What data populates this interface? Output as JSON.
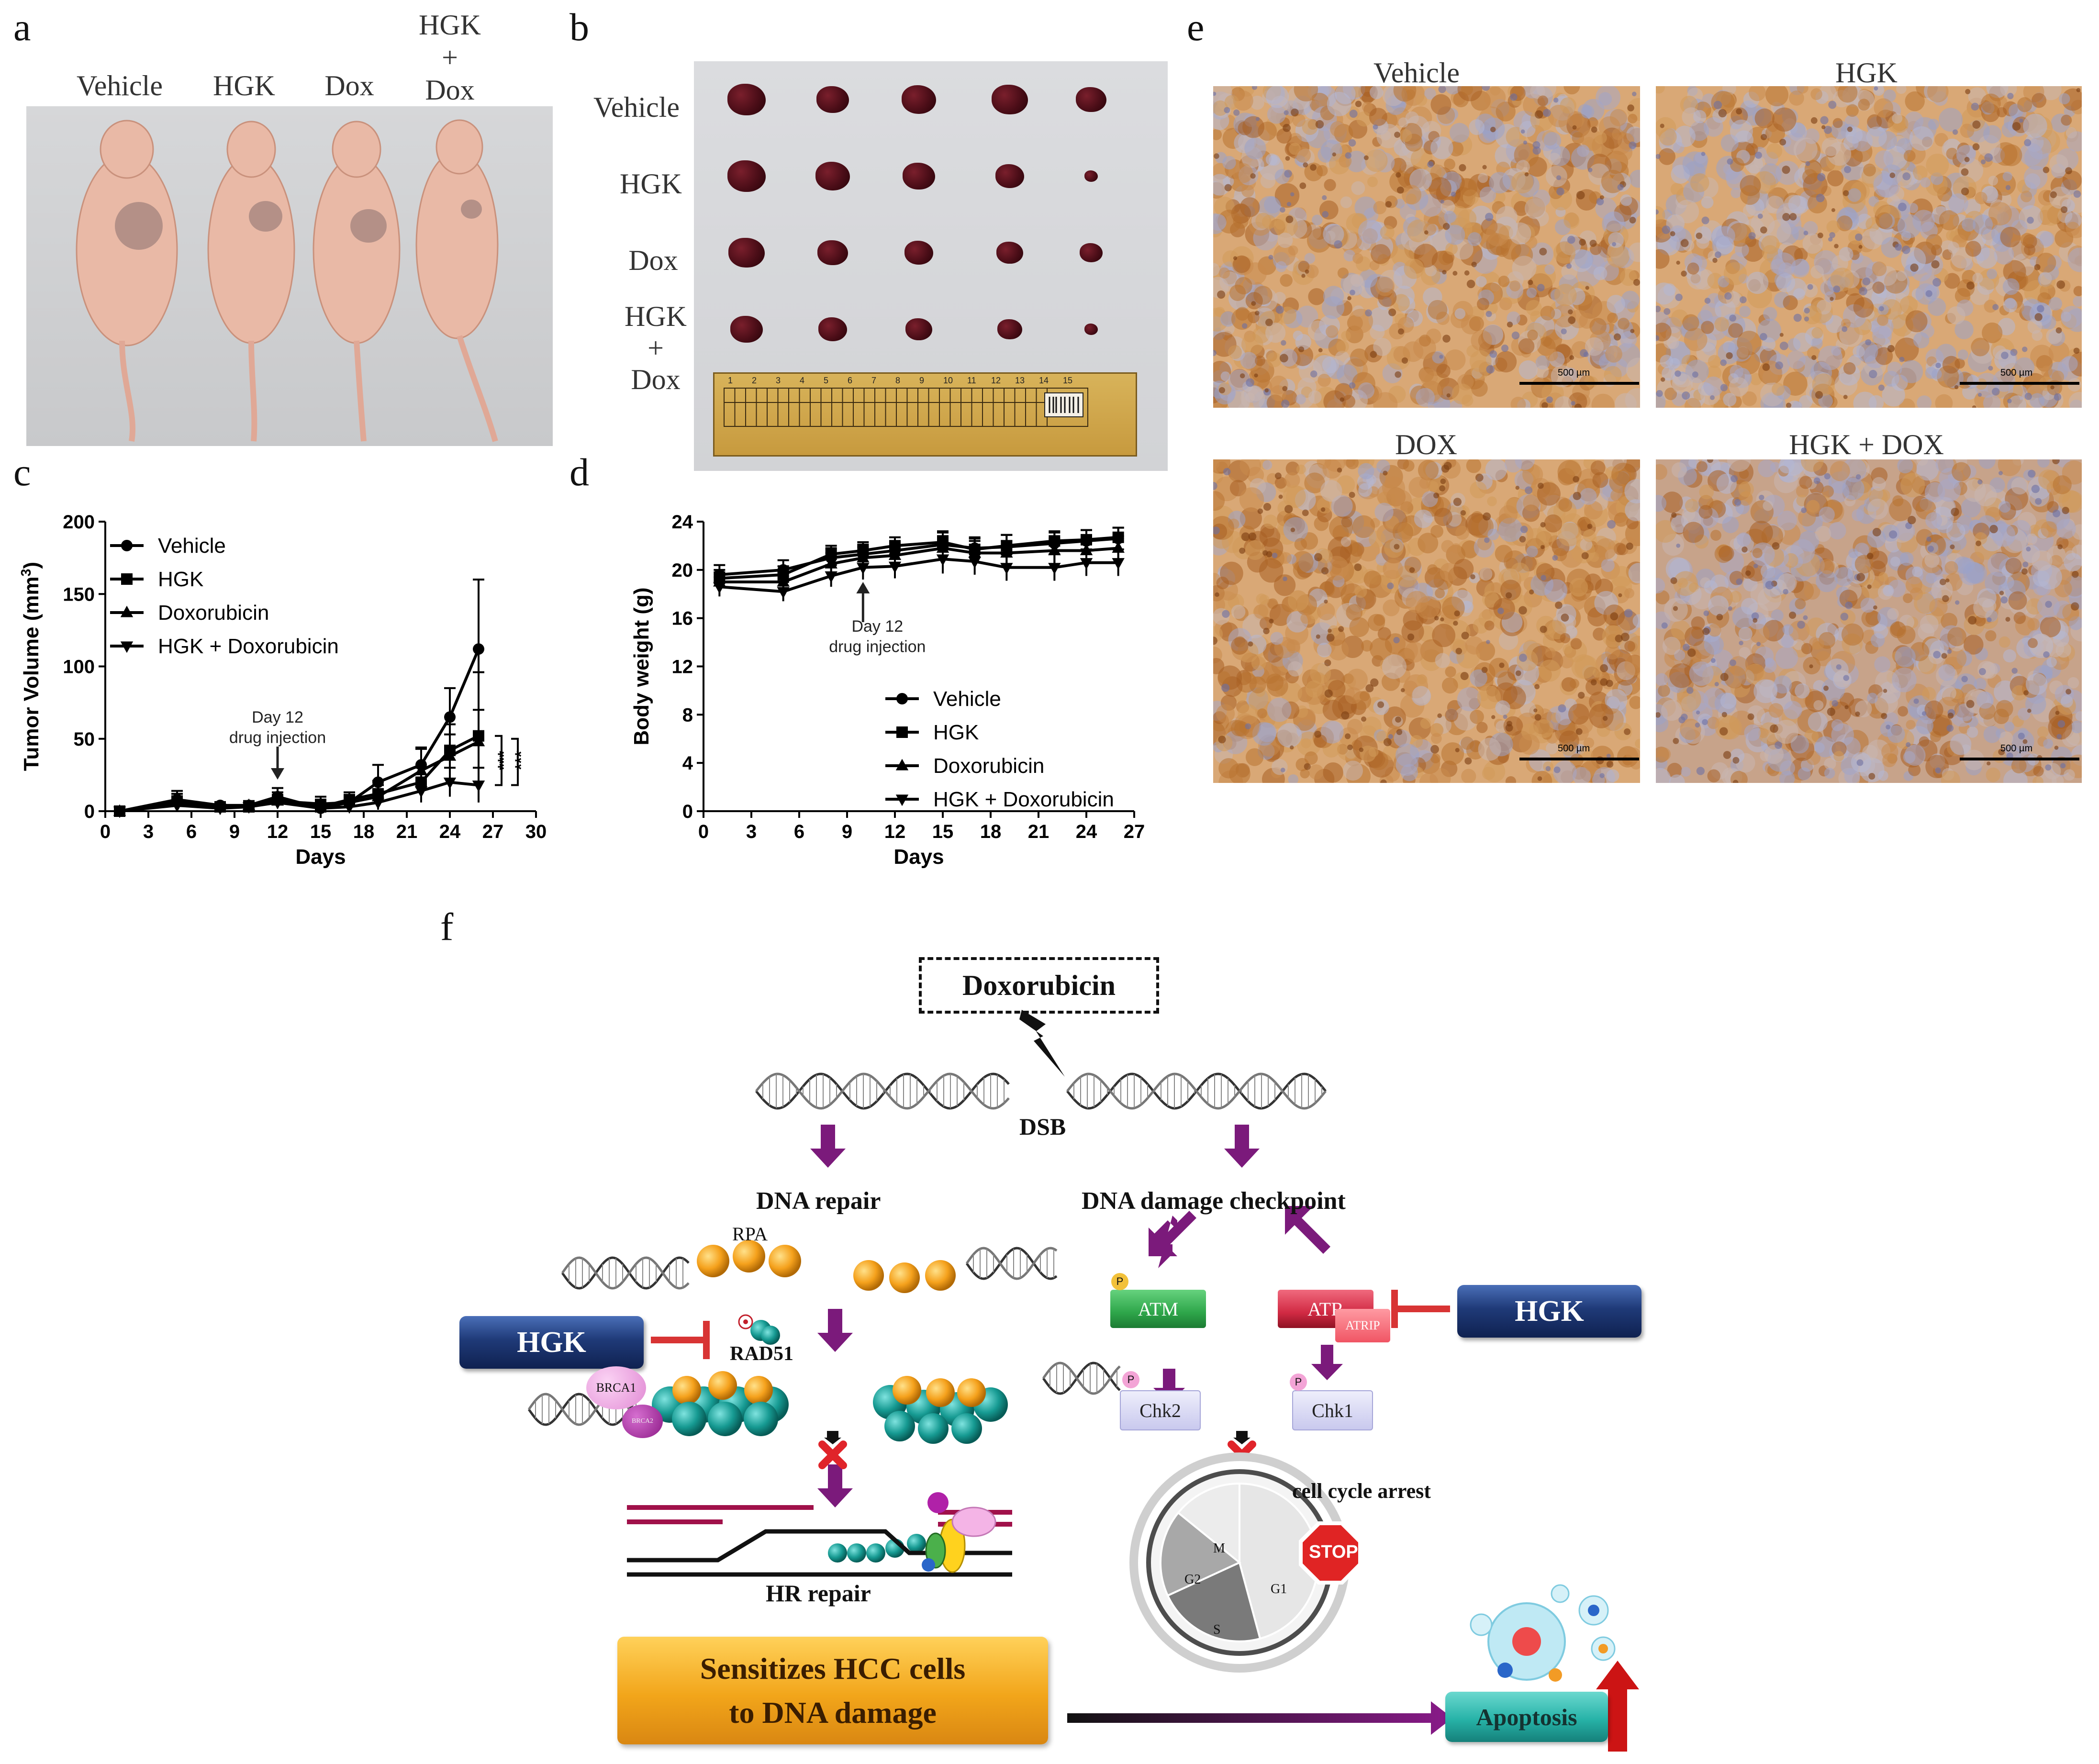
{
  "panels": {
    "a": "a",
    "b": "b",
    "c": "c",
    "d": "d",
    "e": "e",
    "f": "f"
  },
  "panel_a": {
    "groups": [
      "Vehicle",
      "HGK",
      "Dox",
      "HGK\n+\nDox"
    ]
  },
  "panel_b": {
    "groups": [
      "Vehicle",
      "HGK",
      "Dox",
      "HGK\n+\nDox"
    ],
    "tumor_scale": [
      [
        1.0,
        0.85,
        0.9,
        0.95,
        0.8
      ],
      [
        1.0,
        0.9,
        0.85,
        0.75,
        0.35
      ],
      [
        0.95,
        0.8,
        0.75,
        0.7,
        0.6
      ],
      [
        0.85,
        0.75,
        0.7,
        0.65,
        0.35
      ]
    ],
    "ruler_numbers": [
      "1",
      "2",
      "3",
      "4",
      "5",
      "6",
      "7",
      "8",
      "9",
      "10",
      "11",
      "12",
      "13",
      "14",
      "15"
    ]
  },
  "panel_e": {
    "titles": [
      "Vehicle",
      "HGK",
      "DOX",
      "HGK + DOX"
    ],
    "scale_label": "500 µm"
  },
  "chart_data": [
    {
      "type": "line",
      "panel": "c",
      "xlabel": "Days",
      "ylabel": "Tumor Volume (mm3)",
      "xlim": [
        0,
        30
      ],
      "ylim": [
        0,
        200
      ],
      "xticks": [
        0,
        3,
        6,
        9,
        12,
        15,
        18,
        21,
        24,
        27,
        30
      ],
      "yticks": [
        0,
        50,
        100,
        150,
        200
      ],
      "legend_position": "top-left",
      "annotation": {
        "text_line1": "Day 12",
        "text_line2": "drug injection",
        "x": 12
      },
      "significance": [
        "***",
        "***"
      ],
      "x": [
        1,
        5,
        8,
        10,
        12,
        15,
        17,
        19,
        22,
        24,
        26
      ],
      "series": [
        {
          "name": "Vehicle",
          "marker": "circle",
          "values": [
            0,
            8,
            4,
            4,
            10,
            2,
            6,
            20,
            32,
            65,
            112
          ],
          "errors": [
            0,
            6,
            2,
            3,
            6,
            6,
            5,
            12,
            12,
            20,
            48
          ]
        },
        {
          "name": "HGK",
          "marker": "square",
          "values": [
            0,
            7,
            3,
            3,
            8,
            3,
            8,
            12,
            20,
            42,
            52
          ],
          "errors": [
            0,
            5,
            2,
            2,
            5,
            4,
            5,
            9,
            10,
            18,
            44
          ]
        },
        {
          "name": "Doxorubicin",
          "marker": "triangle-up",
          "values": [
            0,
            6,
            3,
            4,
            7,
            5,
            6,
            10,
            28,
            38,
            48
          ],
          "errors": [
            0,
            4,
            2,
            3,
            4,
            5,
            5,
            8,
            15,
            15,
            22
          ]
        },
        {
          "name": "HGK + Doxorubicin",
          "marker": "triangle-down",
          "values": [
            0,
            4,
            2,
            3,
            6,
            2,
            3,
            6,
            14,
            20,
            18
          ],
          "errors": [
            0,
            3,
            2,
            2,
            4,
            3,
            3,
            5,
            8,
            10,
            12
          ]
        }
      ]
    },
    {
      "type": "line",
      "panel": "d",
      "xlabel": "Days",
      "ylabel": "Body weight (g)",
      "xlim": [
        0,
        27
      ],
      "ylim": [
        0,
        24
      ],
      "xticks": [
        0,
        3,
        6,
        9,
        12,
        15,
        18,
        21,
        24,
        27
      ],
      "yticks": [
        0,
        4,
        8,
        12,
        16,
        20,
        24
      ],
      "legend_position": "bottom-right",
      "annotation": {
        "text_line1": "Day 12",
        "text_line2": "drug injection",
        "x": 10
      },
      "x": [
        1,
        5,
        8,
        10,
        12,
        15,
        17,
        19,
        22,
        24,
        26
      ],
      "series": [
        {
          "name": "Vehicle",
          "marker": "circle",
          "values": [
            19.6,
            20.0,
            21.0,
            21.3,
            21.6,
            22.1,
            21.8,
            21.9,
            22.2,
            22.4,
            22.6
          ],
          "errors": [
            0.8,
            0.8,
            0.8,
            0.8,
            0.8,
            1.0,
            0.9,
            1.0,
            0.9,
            0.9,
            0.9
          ]
        },
        {
          "name": "HGK",
          "marker": "square",
          "values": [
            19.3,
            19.6,
            21.3,
            21.6,
            22.0,
            22.3,
            21.7,
            22.0,
            22.4,
            22.5,
            22.7
          ],
          "errors": [
            0.7,
            0.7,
            0.7,
            0.7,
            0.7,
            0.9,
            0.9,
            0.9,
            0.8,
            0.8,
            0.8
          ]
        },
        {
          "name": "Doxorubicin",
          "marker": "triangle-up",
          "values": [
            19.0,
            19.0,
            20.5,
            21.0,
            21.2,
            21.8,
            21.4,
            21.4,
            21.6,
            21.6,
            21.8
          ],
          "errors": [
            0.8,
            0.8,
            0.9,
            0.9,
            0.9,
            1.0,
            1.0,
            1.0,
            1.0,
            1.0,
            1.0
          ]
        },
        {
          "name": "HGK + Doxorubicin",
          "marker": "triangle-down",
          "values": [
            18.6,
            18.2,
            19.5,
            20.2,
            20.3,
            20.9,
            20.7,
            20.2,
            20.2,
            20.6,
            20.6
          ],
          "errors": [
            0.8,
            0.8,
            0.9,
            1.0,
            1.0,
            1.2,
            1.1,
            1.1,
            1.1,
            1.1,
            1.1
          ]
        }
      ]
    }
  ],
  "diagram": {
    "doxorubicin": "Doxorubicin",
    "dsb": "DSB",
    "dna_repair": "DNA repair",
    "checkpoint": "DNA damage checkpoint",
    "rpa": "RPA",
    "rad51": "RAD51",
    "brca1": "BRCA1",
    "brca2": "BRCA2",
    "hgk": "HGK",
    "atm": "ATM",
    "atr": "ATR",
    "atrip": "ATRIP",
    "chk2": "Chk2",
    "chk1": "Chk1",
    "p": "P",
    "hr_repair": "HR repair",
    "cell_cycle_arrest": "cell cycle arrest",
    "stop": "STOP",
    "phase_m": "M",
    "phase_g2": "G2",
    "phase_s": "S",
    "phase_g1": "G1",
    "sensitize_line1": "Sensitizes HCC cells",
    "sensitize_line2": "to DNA damage",
    "apoptosis": "Apoptosis"
  },
  "colors": {
    "hgk_box": "#1f3a78",
    "atm_box": "#2ea64a",
    "atr_box": "#d12a43",
    "chk_box": "#dcdcf5",
    "arrow_purple": "#7b1a7b",
    "inhibit_red": "#d83434",
    "sensitize_box": "#f2a51a",
    "apoptosis_box": "#27b3a8",
    "ihc_brown": "#c98a4d",
    "ihc_blue": "#9aa3c8"
  }
}
